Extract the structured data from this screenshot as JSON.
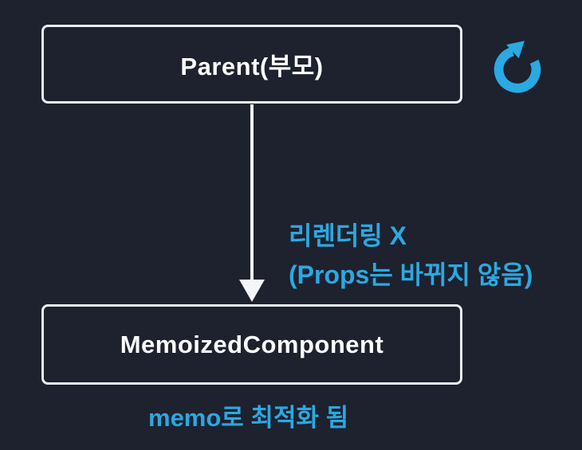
{
  "colors": {
    "background": "#1e212e",
    "accent_blue": "#2aa9e2",
    "box_border": "#eceef4",
    "box_text": "#ffffff",
    "arrow": "#f5f6fa"
  },
  "diagram": {
    "parent_box": {
      "label": "Parent(부모)"
    },
    "memoized_box": {
      "label": "MemoizedComponent"
    },
    "arrow_annotation": {
      "line1": "리렌더링 X",
      "line2": "(Props는 바뀌지 않음)"
    },
    "caption": "memo로 최적화 됨",
    "icons": {
      "refresh": "refresh-clockwise-icon"
    }
  }
}
